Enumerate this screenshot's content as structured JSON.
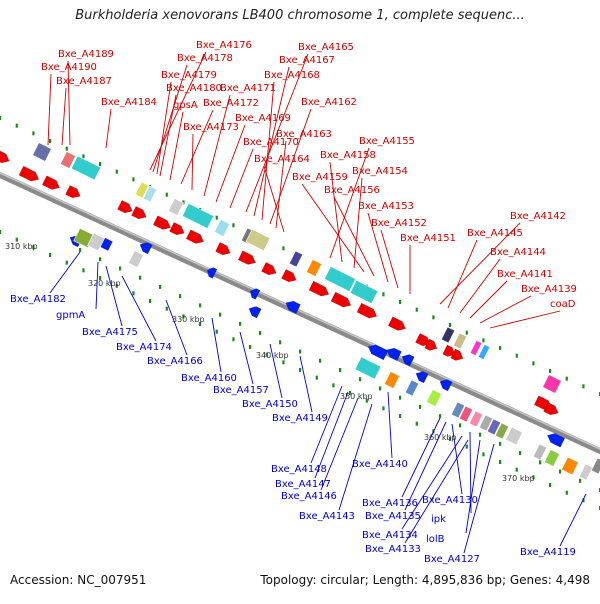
{
  "title": "Burkholderia xenovorans LB400 chromosome 1, complete sequenc...",
  "footer": {
    "accession": "Accession: NC_007951",
    "summary": "Topology: circular; Length: 4,895,836 bp; Genes: 4,498"
  },
  "colors": {
    "forward_label": "#cc0000",
    "reverse_label": "#0000cc",
    "forward_arrow": "#ee0000",
    "reverse_arrow": "#0022ee",
    "backbone": "#8a8a8a",
    "tick": "#1a8a1a"
  },
  "scale_ticks": [
    "310 kbp",
    "320 kbp",
    "330 kbp",
    "340 kbp",
    "350 kbp",
    "360 kbp",
    "370 kbp"
  ],
  "top_labels": [
    "Bxe_A4189",
    "Bxe_A4190",
    "Bxe_A4187",
    "Bxe_A4184",
    "Bxe_A4176",
    "Bxe_A4178",
    "Bxe_A4179",
    "Bxe_A4180",
    "gpsA",
    "Bxe_A4172",
    "Bxe_A4173",
    "Bxe_A4171",
    "Bxe_A4169",
    "Bxe_A4170",
    "Bxe_A4165",
    "Bxe_A4167",
    "Bxe_A4168",
    "Bxe_A4162",
    "Bxe_A4163",
    "Bxe_A4164",
    "Bxe_A4155",
    "Bxe_A4158",
    "Bxe_A4154",
    "Bxe_A4159",
    "Bxe_A4156",
    "Bxe_A4153",
    "Bxe_A4152",
    "Bxe_A4151",
    "Bxe_A4142",
    "Bxe_A4145",
    "Bxe_A4144",
    "Bxe_A4141",
    "Bxe_A4139",
    "coaD"
  ],
  "bottom_labels": [
    "Bxe_A4182",
    "gpmA",
    "Bxe_A4175",
    "Bxe_A4174",
    "Bxe_A4166",
    "Bxe_A4160",
    "Bxe_A4157",
    "Bxe_A4150",
    "Bxe_A4149",
    "Bxe_A4148",
    "Bxe_A4140",
    "Bxe_A4147",
    "Bxe_A4146",
    "Bxe_A4143",
    "Bxe_A4136",
    "Bxe_A4130",
    "Bxe_A4135",
    "ipk",
    "Bxe_A4134",
    "lolB",
    "Bxe_A4133",
    "Bxe_A4127",
    "Bxe_A4119"
  ]
}
